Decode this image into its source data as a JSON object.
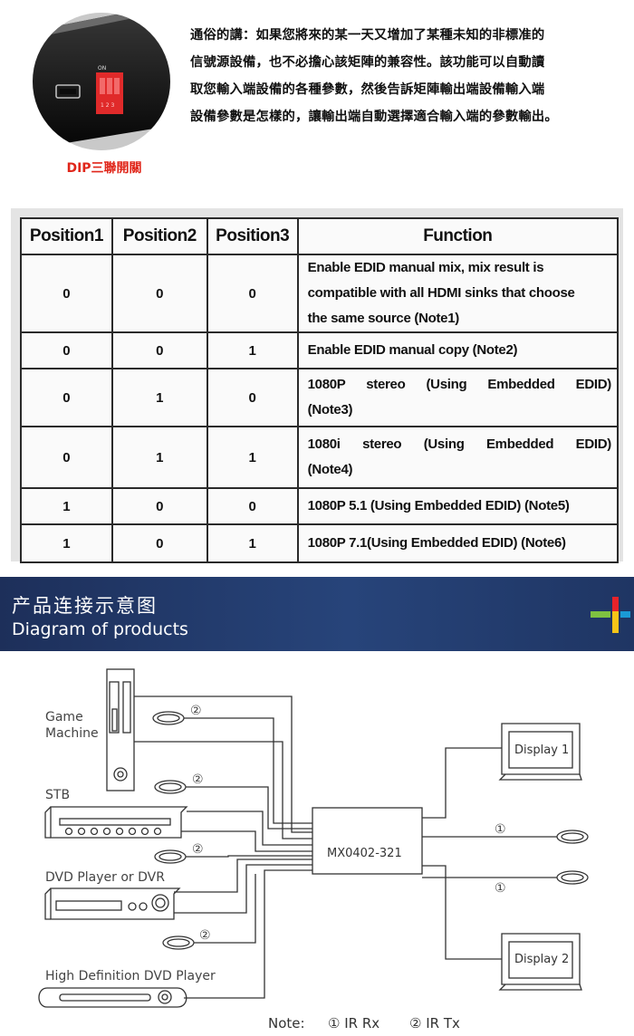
{
  "intro": {
    "dip_caption": "DIP三聯開關",
    "lines": [
      "通俗的講：如果您將來的某一天又增加了某種未知的非標准的",
      "信號源設備，也不必擔心該矩陣的兼容性。該功能可以自動讀",
      "取您輸入端設備的各種參數，然後告訴矩陣輸出端設備輸入端",
      "設備參數是怎樣的，讓輸出端自動選擇適合輸入端的參數輸出。"
    ],
    "switch_marks": {
      "on": "ON",
      "nums": "1 2 3"
    }
  },
  "table": {
    "headers": [
      "Position1",
      "Position2",
      "Position3",
      "Function"
    ],
    "rows": [
      {
        "p1": "0",
        "p2": "0",
        "p3": "0",
        "fn": [
          "Enable EDID manual mix, mix result is",
          "compatible with all HDMI sinks that choose",
          "the same source (Note1)"
        ]
      },
      {
        "p1": "0",
        "p2": "0",
        "p3": "1",
        "fn": [
          "Enable EDID manual copy (Note2)"
        ]
      },
      {
        "p1": "0",
        "p2": "1",
        "p3": "0",
        "fn": [
          "1080P stereo (Using Embedded EDID)",
          "(Note3)"
        ]
      },
      {
        "p1": "0",
        "p2": "1",
        "p3": "1",
        "fn": [
          "1080i stereo (Using Embedded EDID)",
          "(Note4)"
        ]
      },
      {
        "p1": "1",
        "p2": "0",
        "p3": "0",
        "fn": [
          "1080P 5.1 (Using Embedded EDID) (Note5)"
        ]
      },
      {
        "p1": "1",
        "p2": "0",
        "p3": "1",
        "fn": [
          "1080P 7.1(Using Embedded EDID) (Note6)"
        ]
      }
    ]
  },
  "banner": {
    "title_cn": "产品连接示意图",
    "title_en": "Diagram of products",
    "colors": {
      "red": "#e8232a",
      "green": "#7fc241",
      "yellow": "#f7c518",
      "blue": "#1a9ad6"
    }
  },
  "diagram": {
    "devices": {
      "game": [
        "Game",
        "Machine"
      ],
      "stb": "STB",
      "dvd": "DVD Player or DVR",
      "hd_dvd": "High Definition DVD Player"
    },
    "matrix": "MX0402-321",
    "display1": "Display 1",
    "display2": "Display 2",
    "mark_rx": "①",
    "mark_tx": "②",
    "note": {
      "label": "Note:",
      "rx": "① IR Rx",
      "tx": "② IR Tx"
    }
  }
}
